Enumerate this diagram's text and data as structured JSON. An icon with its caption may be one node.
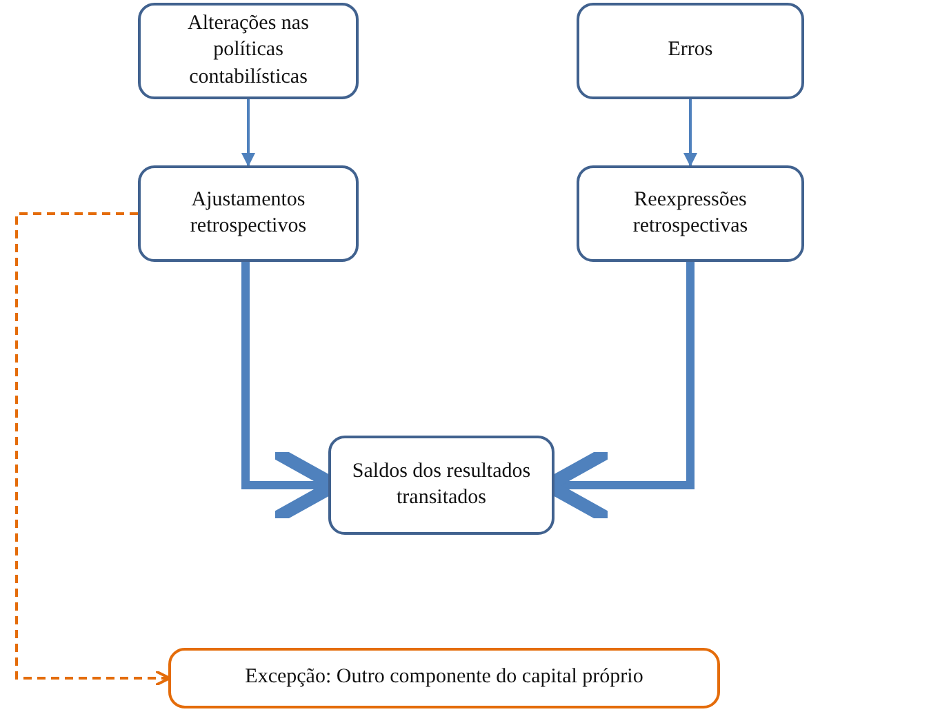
{
  "diagram": {
    "nodes": [
      {
        "text": [
          "Alterações nas políticas contabilísticas"
        ]
      },
      {
        "text": [
          "Erros"
        ]
      },
      {
        "text": [
          "Ajustamentos retrospectivos"
        ]
      },
      {
        "text": [
          "Reexpressões retrospectivas"
        ]
      },
      {
        "text": [
          "Saldos dos resultados transitados"
        ]
      },
      {
        "text": [
          "Excepção: Outro componente do capital próprio"
        ]
      }
    ],
    "edges": [
      {
        "from": 0,
        "to": 2,
        "arrow": "to"
      },
      {
        "from": 1,
        "to": 3,
        "arrow": "to"
      },
      {
        "from": 2,
        "to": 4,
        "arrow": "to",
        "style": "thick"
      },
      {
        "from": 3,
        "to": 4,
        "arrow": "to",
        "style": "thick"
      },
      {
        "from": 2,
        "to": 5,
        "arrow": "to",
        "style": "dashed",
        "color": "#e46c0a"
      }
    ]
  }
}
